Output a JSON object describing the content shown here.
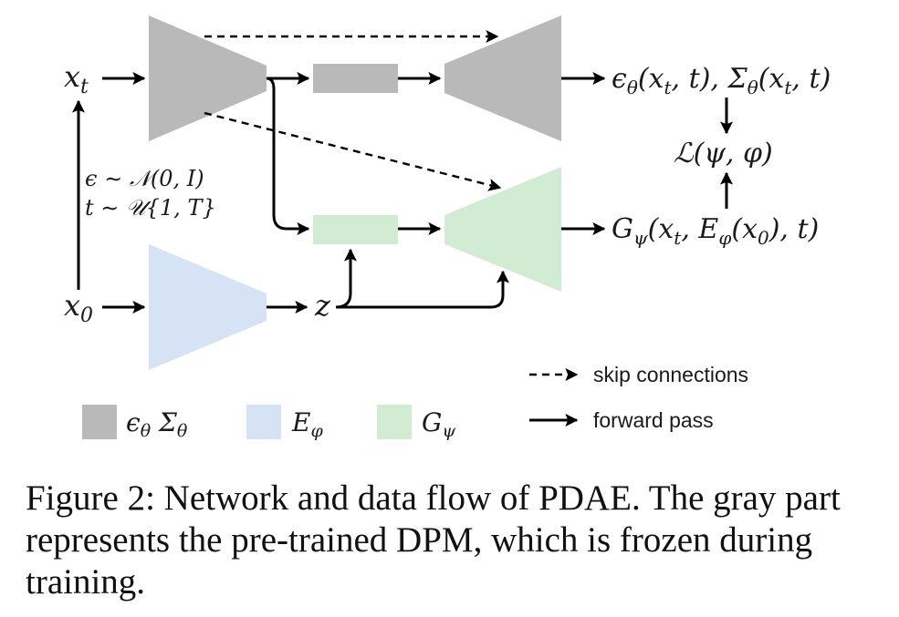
{
  "colors": {
    "gray": "#b9b9b9",
    "blue": "#d5e3f5",
    "green": "#d2ecd3",
    "arrow": "#000000"
  },
  "nodes": {
    "xt": "x_t",
    "x0": "x_0",
    "z": "z",
    "noise_eps": "ε ∼ N(0, I)",
    "noise_t": "t ∼ U{1, T}",
    "out_dpm": "ε_θ(x_t, t), Σ_θ(x_t, t)",
    "loss": "L(ψ, φ)",
    "out_decoder": "G_ψ(x_t, E_φ(x_0), t)"
  },
  "legend": {
    "skip": "skip connections",
    "forward": "forward pass",
    "gray_label": "ε_θ Σ_θ",
    "blue_label": "E_φ",
    "green_label": "G_ψ"
  },
  "caption": "Figure 2: Network and data flow of PDAE. The gray part represents the pre-trained DPM, which is frozen during training."
}
